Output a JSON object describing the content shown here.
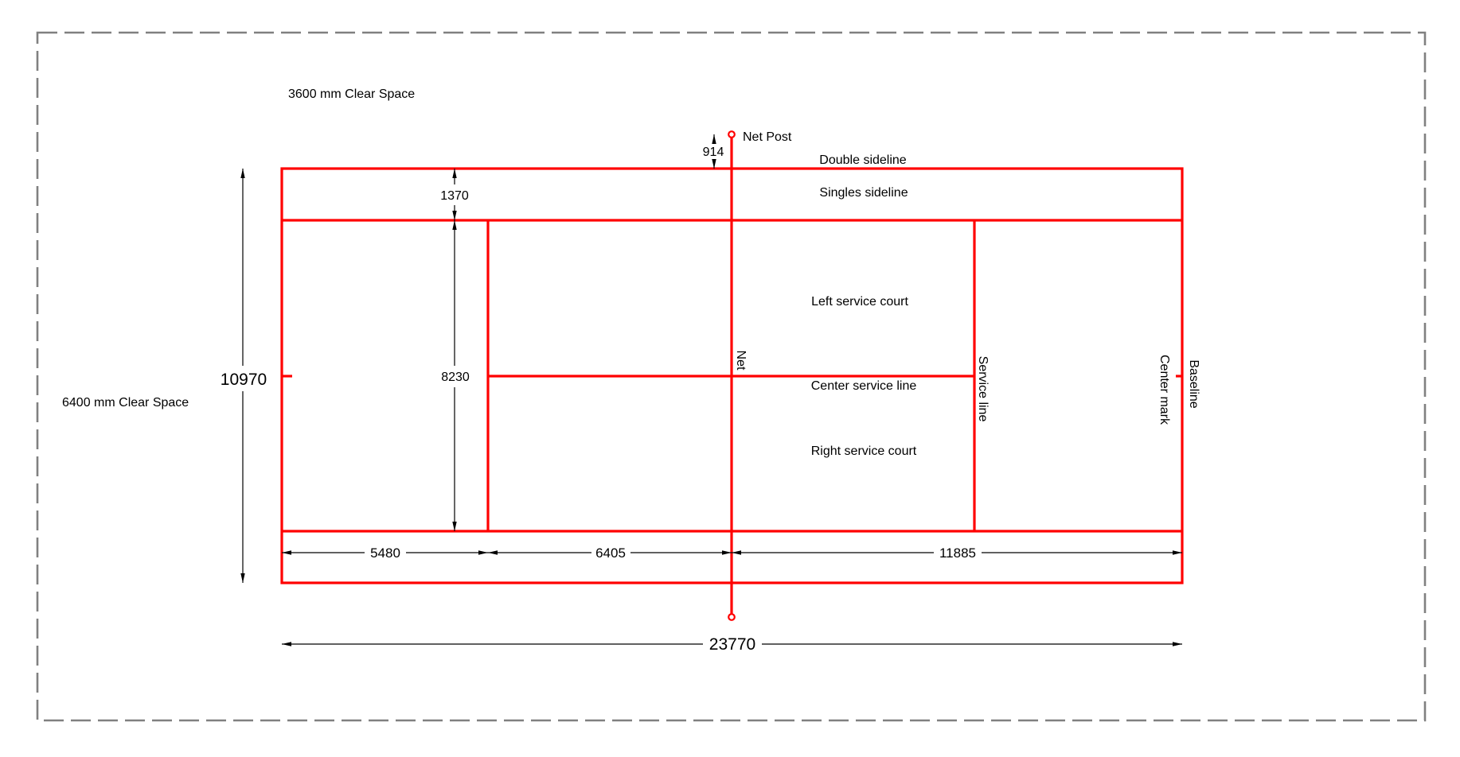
{
  "colors": {
    "court_line": "#ff0000",
    "dimension_line": "#000000",
    "text": "#000000",
    "clear_space_border": "#808080",
    "background": "#ffffff"
  },
  "labels": {
    "clear_space_top": "3600 mm Clear Space",
    "clear_space_left": "6400 mm Clear Space",
    "net_post": "Net Post",
    "double_sideline": "Double sideline",
    "singles_sideline": "Singles sideline",
    "left_service_court": "Left service court",
    "center_service_line": "Center service line",
    "right_service_court": "Right service court",
    "net": "Net",
    "service_line": "Service line",
    "center_mark": "Center mark",
    "baseline": "Baseline"
  },
  "dimensions_mm": {
    "court_width_total": "10970",
    "alley_offset": "1370",
    "singles_width": "8230",
    "net_post_overhang": "914",
    "baseline_to_service_line": "5480",
    "service_line_to_net": "6405",
    "net_to_far_baseline": "11885",
    "court_length_total": "23770"
  }
}
